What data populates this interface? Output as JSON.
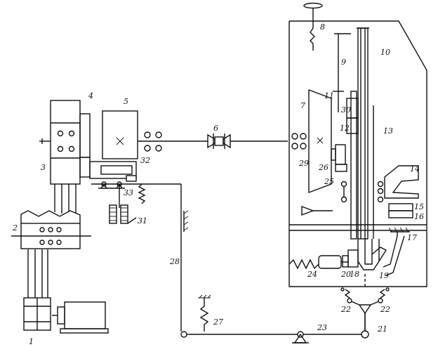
{
  "labels": {
    "l1": "1",
    "l2": "2",
    "l3": "3",
    "l4": "4",
    "l5": "5",
    "l6": "6",
    "l7": "7",
    "l8": "8",
    "l9": "9",
    "l10": "10",
    "l11": "11",
    "l12": "12",
    "l13": "13",
    "l14": "14",
    "l15": "15",
    "l16": "16",
    "l17": "17",
    "l18": "18",
    "l19": "19",
    "l20": "20",
    "l21": "21",
    "l22a": "22",
    "l22b": "22",
    "l23": "23",
    "l24": "24",
    "l25": "25",
    "l26": "26",
    "l27": "27",
    "l28": "28",
    "l29": "29",
    "l30": "30",
    "l31": "31",
    "l32": "32",
    "l33": "33"
  }
}
